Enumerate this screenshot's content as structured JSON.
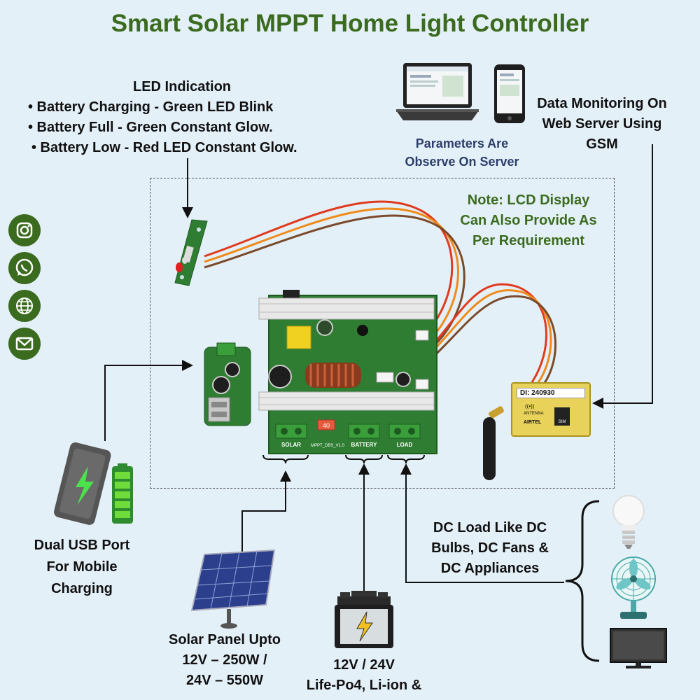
{
  "title": "Smart Solar MPPT Home Light Controller",
  "led": {
    "heading": "LED Indication",
    "items": [
      "• Battery Charging - Green LED Blink",
      "• Battery Full - Green Constant Glow.",
      "• Battery Low - Red LED Constant Glow."
    ]
  },
  "server": {
    "caption": [
      "Parameters Are",
      "Observe On Server"
    ],
    "label": [
      "Data Monitoring On",
      "Web Server Using",
      "GSM"
    ]
  },
  "note": [
    "Note: LCD Display",
    "Can Also Provide As",
    "Per Requirement"
  ],
  "board": {
    "solar": "SOLAR",
    "battery": "BATTERY",
    "load": "LOAD",
    "fuse": "40",
    "model": "MPPT_DBS_V1.0"
  },
  "gsm": {
    "id": "DI: 240930",
    "antenna": "ANTENNA",
    "airtel": "AIRTEL",
    "sim": "SIM"
  },
  "usb": [
    "Dual USB Port",
    "For Mobile",
    "Charging"
  ],
  "solar": [
    "Solar Panel Upto",
    "12V – 250W /",
    "24V – 550W"
  ],
  "battery": [
    "12V / 24V",
    "Life-Po4, Li-ion &"
  ],
  "load": [
    "DC Load Like DC",
    "Bulbs, DC Fans &",
    "DC Appliances"
  ],
  "social_icons": [
    "instagram-icon",
    "whatsapp-icon",
    "globe-icon",
    "mail-icon"
  ],
  "colors": {
    "title_green": "#3b6b1f",
    "background": "#e4f0f8",
    "pcb_green": "#2f7d32",
    "caption_navy": "#2c3e6a"
  }
}
